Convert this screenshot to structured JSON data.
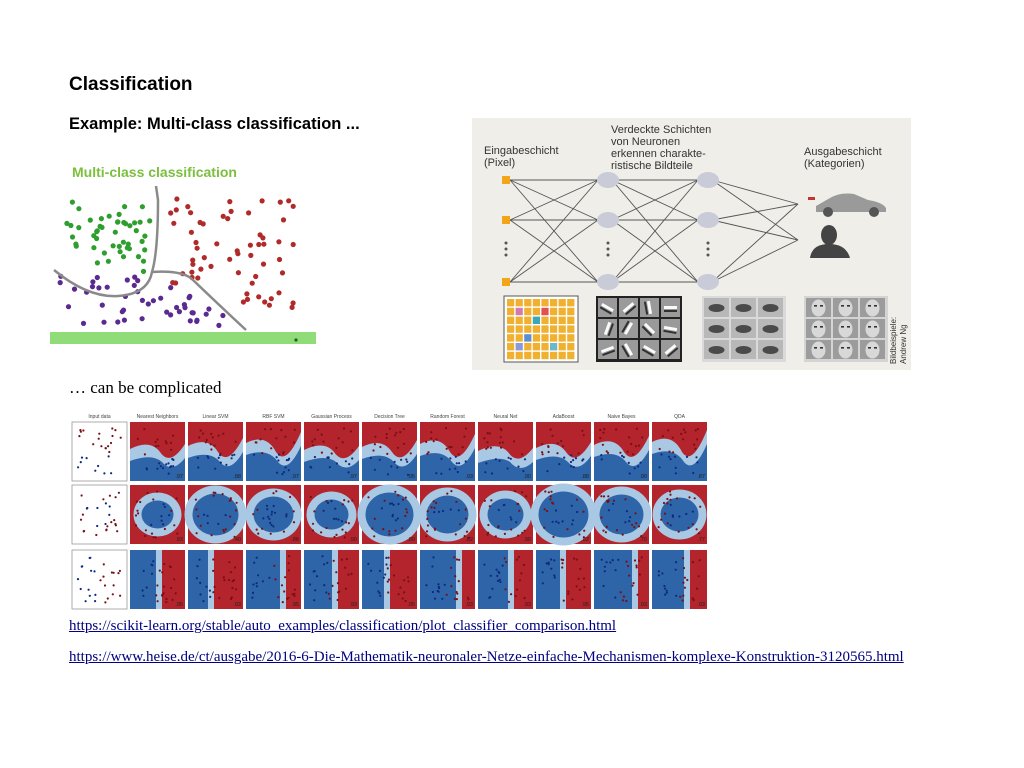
{
  "slide": {
    "title": "Classification",
    "subtitle": "Example: Multi-class classification ...",
    "caption": "… can be complicated",
    "links": [
      "https://scikit-learn.org/stable/auto_examples/classification/plot_classifier_comparison.html",
      "https://www.heise.de/ct/ausgabe/2016-6-Die-Mathematik-neuronaler-Netze-einfache-Mechanismen-komplexe-Konstruktion-3120565.html"
    ]
  },
  "multiclass_figure": {
    "title": "Multi-class classification",
    "colors": {
      "green": "#2e9e2e",
      "red": "#b02a2a",
      "purple": "#5b2a90",
      "title": "#7cbf3e",
      "bar": "#8fdc78"
    }
  },
  "nn_figure": {
    "input_label": [
      "Eingabeschicht",
      "(Pixel)"
    ],
    "hidden_label": [
      "Verdeckte Schichten",
      "von Neuronen",
      "erkennen charakte-",
      "ristische Bildteile"
    ],
    "output_label": [
      "Ausgabeschicht",
      "(Kategorien)"
    ],
    "credit": [
      "Bildbeispiele:",
      "Andrew Ng"
    ],
    "colors": {
      "input_node": "#f2a516",
      "neuron": "#c9cbd8",
      "background": "#efeee8"
    }
  },
  "classifier_grid": {
    "columns": [
      "Input data",
      "Nearest Neighbors",
      "Linear SVM",
      "RBF SVM",
      "Gaussian Process",
      "Decision Tree",
      "Random Forest",
      "Neural Net",
      "AdaBoost",
      "Naive Bayes",
      "QDA"
    ],
    "scores": [
      [
        ".97",
        ".88",
        ".97",
        ".97",
        ".95",
        ".93",
        ".90",
        ".88",
        ".90",
        ".87"
      ],
      [
        ".93",
        ".40",
        ".88",
        ".90",
        ".80",
        ".82",
        ".90",
        ".82",
        ".70",
        ".77"
      ],
      [
        ".95",
        ".93",
        ".95",
        ".93",
        ".95",
        ".93",
        ".93",
        ".95",
        ".93",
        ".93"
      ]
    ],
    "colors": {
      "red": "#b4242c",
      "blue": "#2e64a8",
      "light_red": "#e9a99a",
      "light_blue": "#a9c8e3",
      "dot_red": "#7a0f14",
      "dot_blue": "#0e2a80"
    }
  }
}
